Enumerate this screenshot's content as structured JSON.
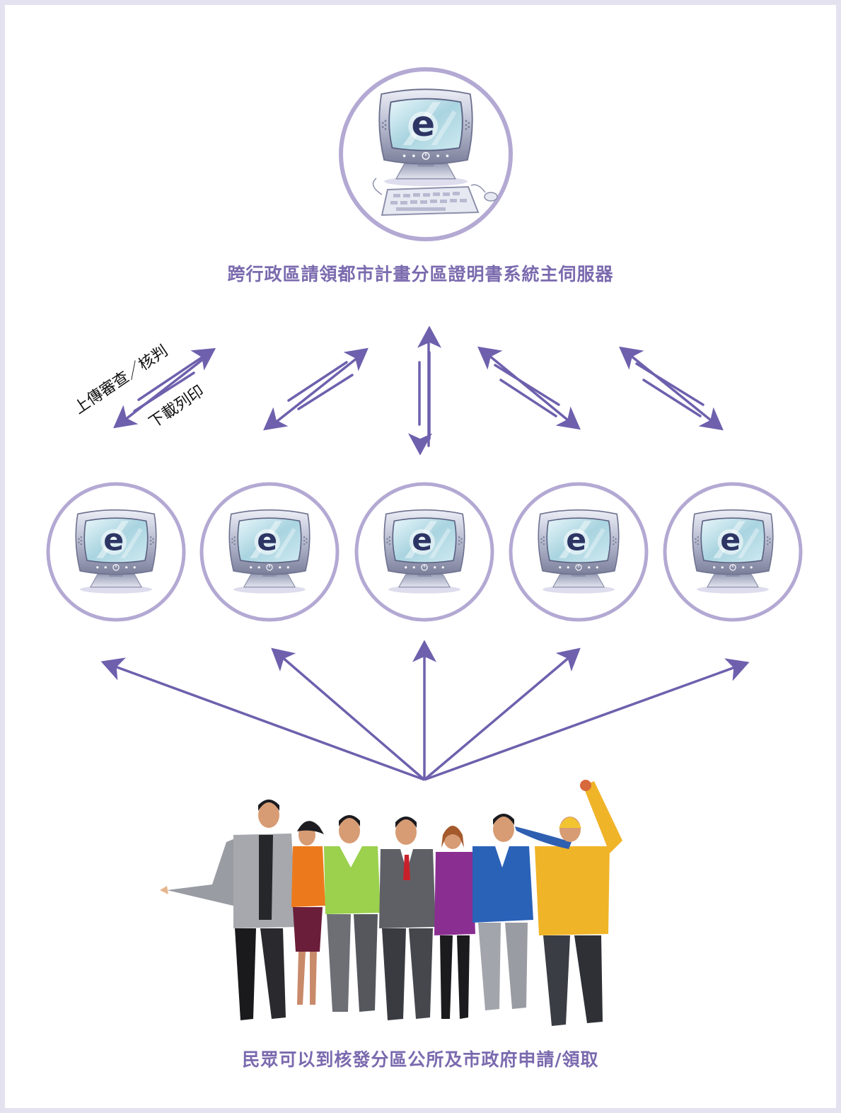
{
  "diagram": {
    "server_label": "跨行政區請領都市計畫分區證明書系統主伺服器",
    "upload_label": "上傳審查／核判",
    "download_label": "下載列印",
    "public_label": "民眾可以到核發分區公所及市政府申請/領取",
    "node_icon_letter": "e",
    "colors": {
      "accent": "#7a6aae",
      "arrow": "#6e60ad",
      "circle_border": "#b3a9d3",
      "frame": "#e4e2f0"
    }
  }
}
